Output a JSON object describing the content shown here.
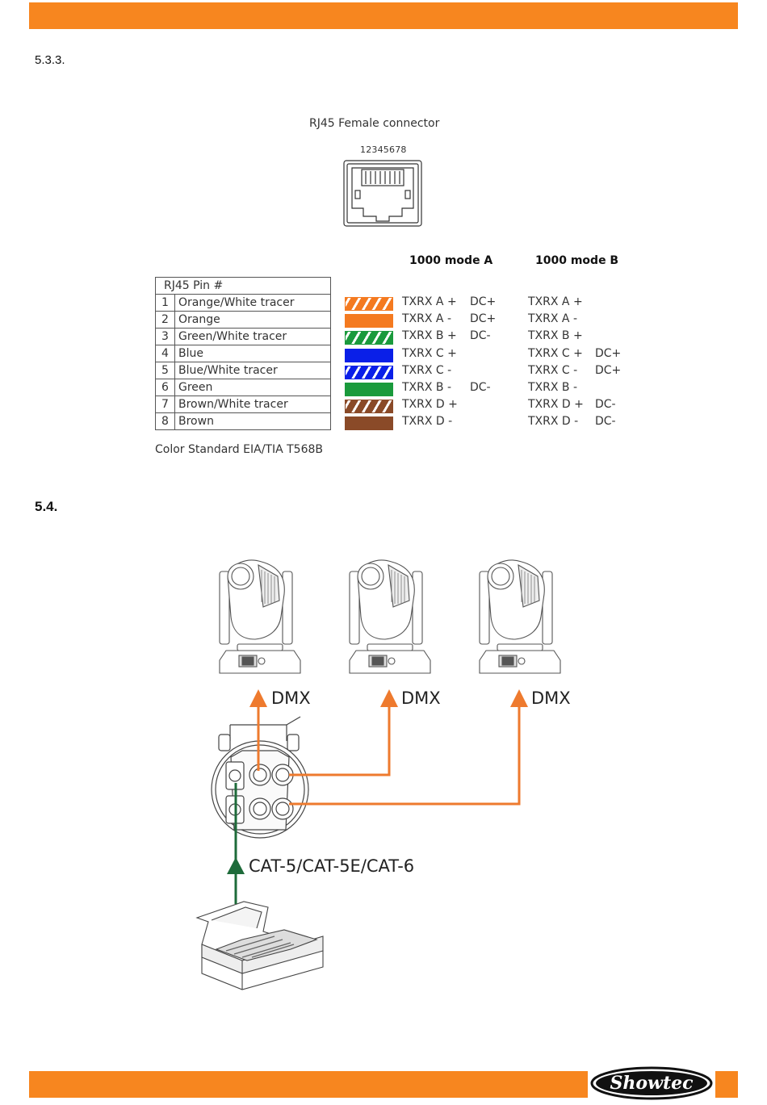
{
  "sections": {
    "s533": "5.3.3.",
    "s54": "5.4."
  },
  "connector": {
    "caption": "RJ45 Female connector",
    "pin_numbers": "12345678"
  },
  "modes": {
    "a_label": "1000 mode A",
    "b_label": "1000 mode B"
  },
  "pin_table": {
    "header": "RJ45 Pin #",
    "rows": [
      {
        "pin": "1",
        "color": "Orange/White tracer",
        "swatch": "#f47a20",
        "striped": true,
        "a": "TXRX A +",
        "a_dc": "DC+",
        "b": "TXRX A +",
        "b_dc": ""
      },
      {
        "pin": "2",
        "color": "Orange",
        "swatch": "#f47a20",
        "striped": false,
        "a": "TXRX A -",
        "a_dc": "DC+",
        "b": "TXRX A -",
        "b_dc": ""
      },
      {
        "pin": "3",
        "color": "Green/White tracer",
        "swatch": "#1a9a3c",
        "striped": true,
        "a": "TXRX B +",
        "a_dc": "DC-",
        "b": "TXRX B +",
        "b_dc": ""
      },
      {
        "pin": "4",
        "color": "Blue",
        "swatch": "#0a1fe8",
        "striped": false,
        "a": "TXRX C +",
        "a_dc": "",
        "b": "TXRX C +",
        "b_dc": "DC+"
      },
      {
        "pin": "5",
        "color": "Blue/White tracer",
        "swatch": "#0a1fe8",
        "striped": true,
        "a": "TXRX C -",
        "a_dc": "",
        "b": "TXRX C -",
        "b_dc": "DC+"
      },
      {
        "pin": "6",
        "color": "Green",
        "swatch": "#1a9a3c",
        "striped": false,
        "a": "TXRX B -",
        "a_dc": "DC-",
        "b": "TXRX B -",
        "b_dc": ""
      },
      {
        "pin": "7",
        "color": "Brown/White tracer",
        "swatch": "#8a4a28",
        "striped": true,
        "a": "TXRX D +",
        "a_dc": "",
        "b": "TXRX D +",
        "b_dc": "DC-"
      },
      {
        "pin": "8",
        "color": "Brown",
        "swatch": "#8a4a28",
        "striped": false,
        "a": "TXRX D -",
        "a_dc": "",
        "b": "TXRX D -",
        "b_dc": "DC-"
      }
    ]
  },
  "standard_note": "Color Standard EIA/TIA T568B",
  "diagram": {
    "dmx_label_1": "DMX",
    "dmx_label_2": "DMX",
    "dmx_label_3": "DMX",
    "cable_label": "CAT-5/CAT-5E/CAT-6",
    "dmx_color": "#ee7a2e",
    "cat_color": "#1e6b3a"
  },
  "logo": {
    "text": "Showtec"
  }
}
